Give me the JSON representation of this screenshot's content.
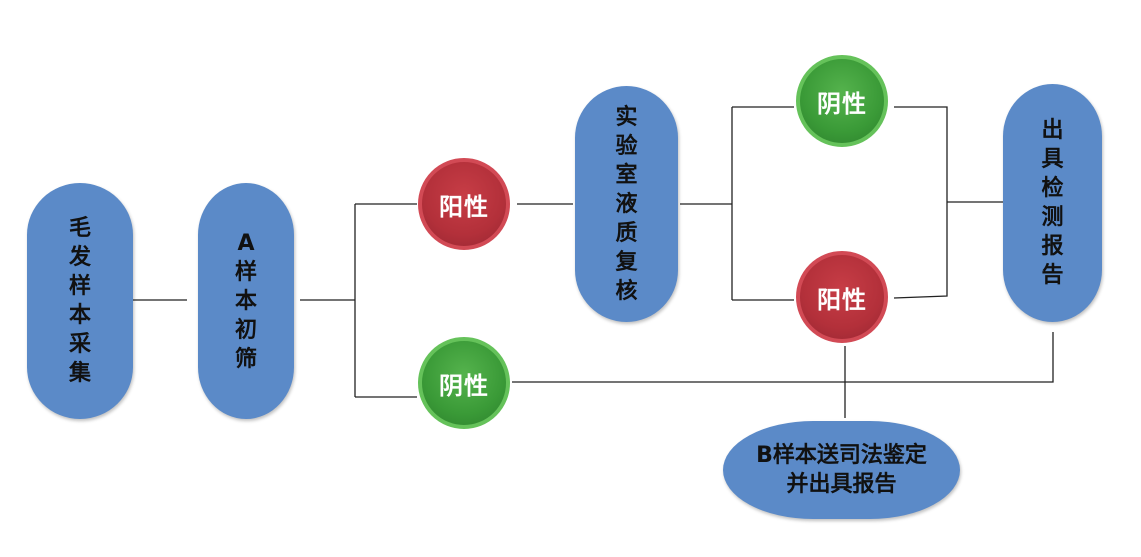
{
  "colors": {
    "pill": "#5b8ac8",
    "negative_fill": "#3a9a37",
    "positive_fill": "#b3303a",
    "line": "#222222"
  },
  "nodes": {
    "hair_collection": "毛发样本采集",
    "a_screening": "A样本初筛",
    "screen_positive": "阳性",
    "screen_negative": "阴性",
    "lab_recheck": "实验室液质复核",
    "recheck_negative": "阴性",
    "recheck_positive": "阳性",
    "issue_report": "出具检测报告",
    "b_forensic": "B样本送司法鉴定并出具报告"
  }
}
